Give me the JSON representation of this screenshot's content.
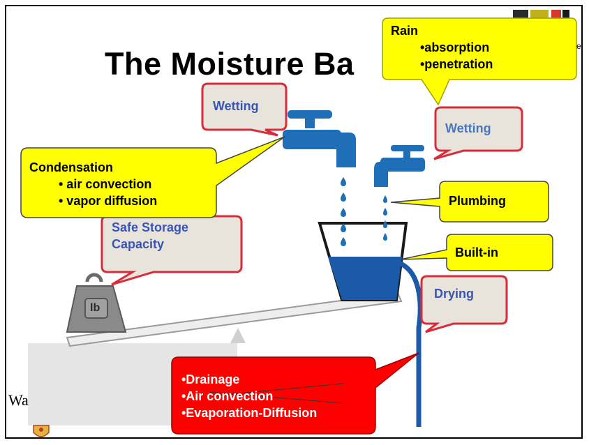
{
  "slide": {
    "title": "The Moisture Ba",
    "title_partial_letter": "",
    "logo_corner_fragment": "e"
  },
  "callouts": {
    "rain": {
      "heading": "Rain",
      "items": [
        "•absorption",
        "•penetration"
      ]
    },
    "wetting_left": {
      "label": "Wetting"
    },
    "wetting_right": {
      "label": "Wetting"
    },
    "condensation": {
      "heading": "Condensation",
      "items": [
        "• air convection",
        "• vapor diffusion"
      ]
    },
    "safe_storage": {
      "line1": "Safe Storage",
      "line2": "Capacity"
    },
    "plumbing": {
      "label": "Plumbing"
    },
    "built_in": {
      "label": "Built-in"
    },
    "drying": {
      "label": "Drying"
    },
    "drying_mechanisms": {
      "items": [
        "•Drainage",
        "•Air convection",
        "•Evaporation-Diffusion"
      ]
    }
  },
  "weight": {
    "label": "lb"
  },
  "logo": {
    "fragment": "Wa"
  },
  "colors": {
    "yellow_callout": "#ffff00",
    "grey_callout": "#e8e4dc",
    "red_border": "#d92c3a",
    "red_callout": "#ff0000",
    "water_blue": "#1a5aa8",
    "tap_blue": "#1f6fb8"
  }
}
